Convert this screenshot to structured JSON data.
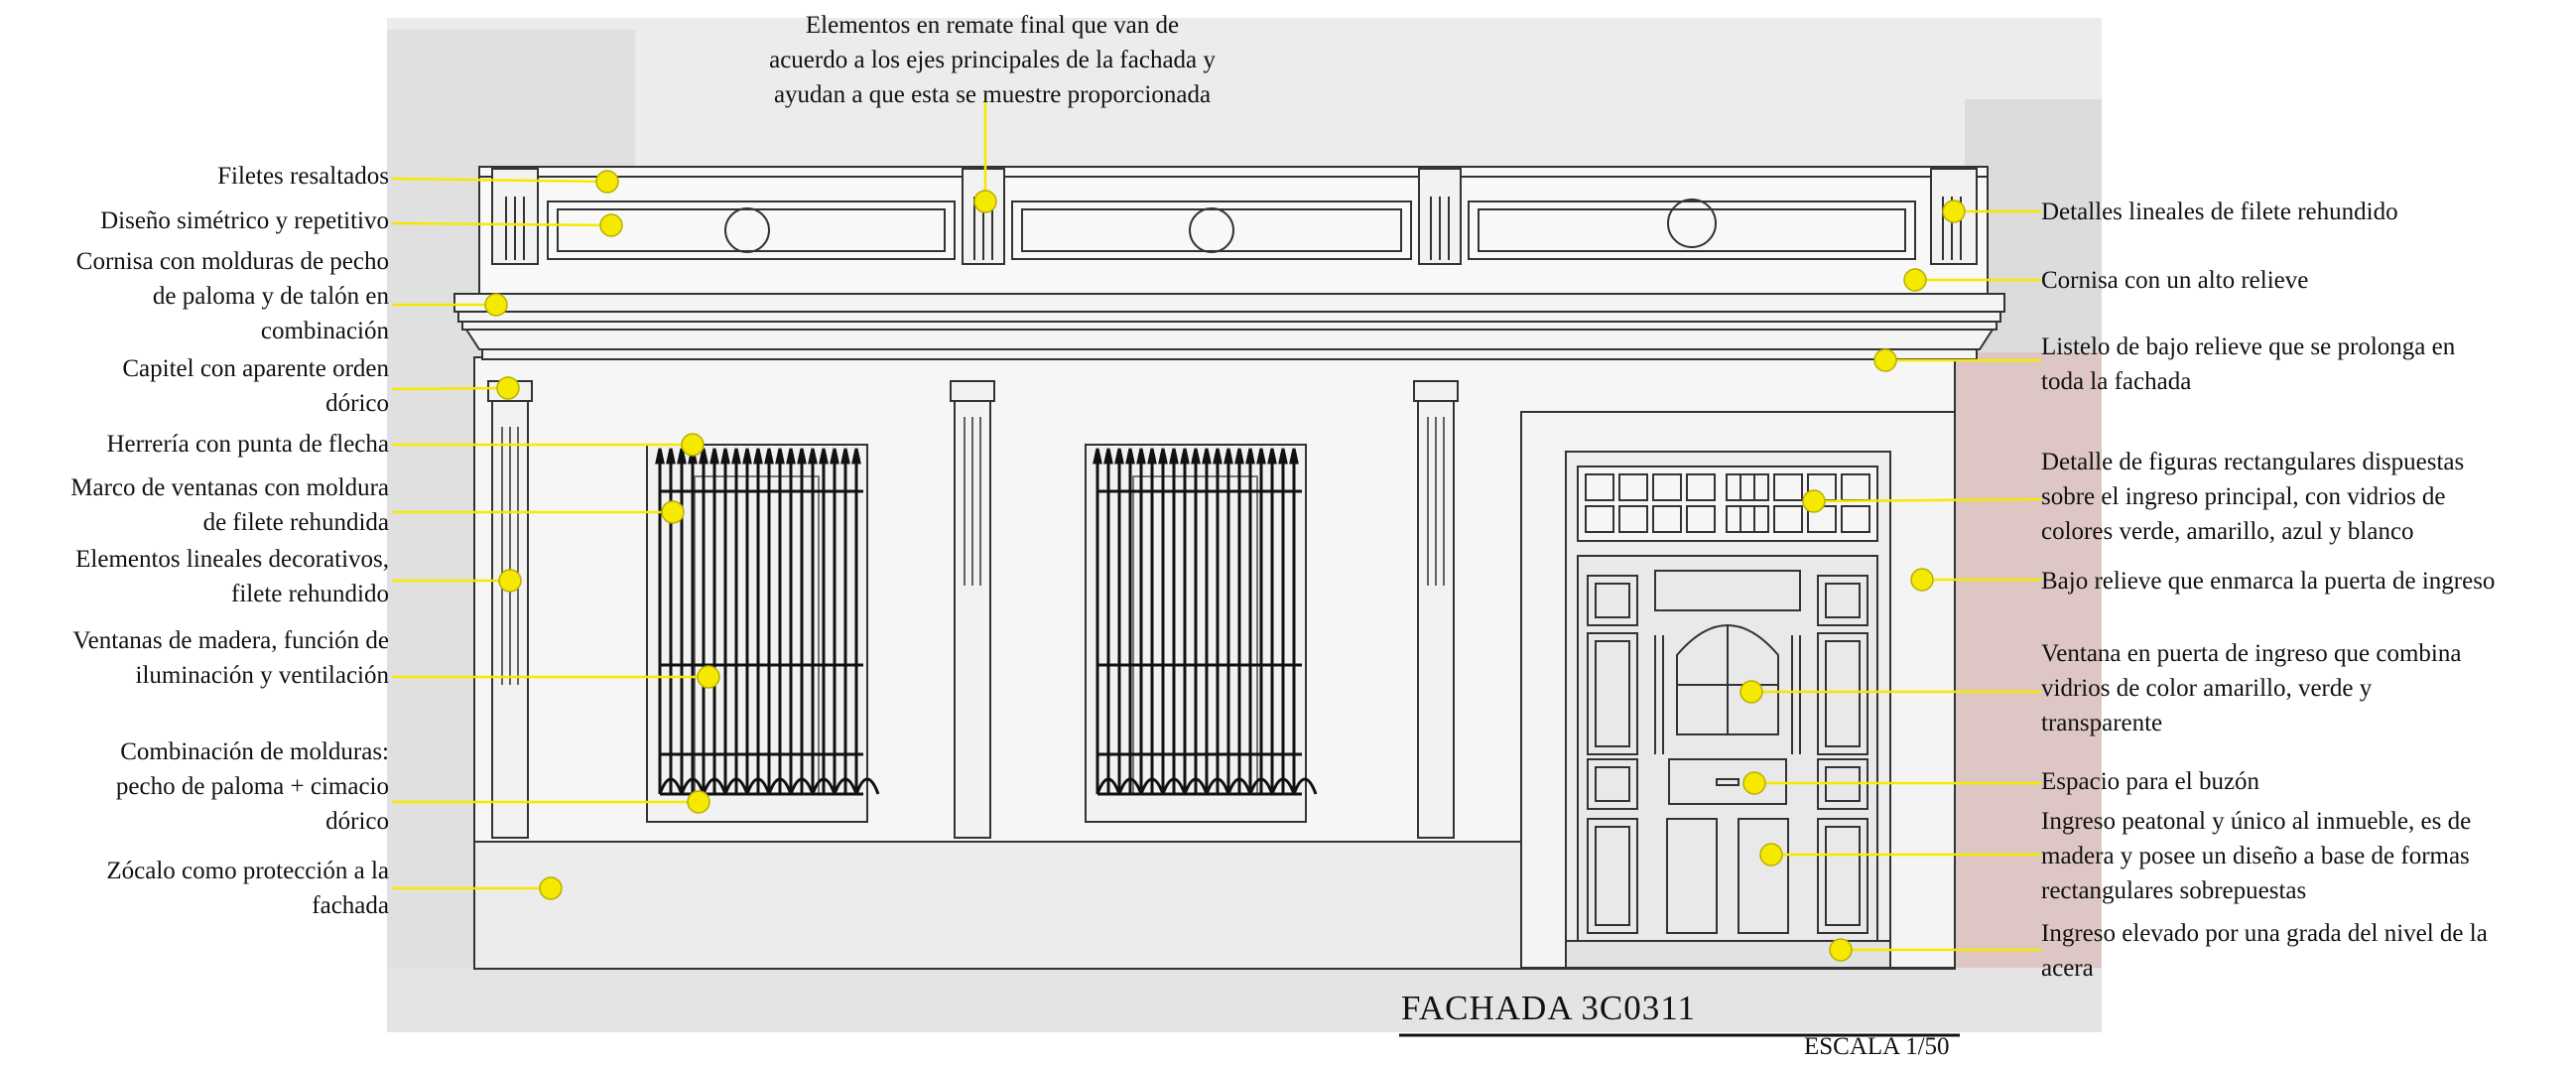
{
  "title": "FACHADA 3C0311",
  "scale": "ESCALA 1/50",
  "colors": {
    "marker": "#f5e900",
    "background_photo": "#e6e6e6",
    "line": "#222222",
    "accent_wall": "#c9908f"
  },
  "labels": {
    "top": [
      "Elementos en remate final que van de",
      "acuerdo a los ejes principales de la fachada y",
      "ayudan a que esta se muestre proporcionada"
    ],
    "left": [
      [
        "Filetes resaltados"
      ],
      [
        "Diseño simétrico y repetitivo"
      ],
      [
        "Cornisa con molduras de pecho",
        "de paloma y de talón en",
        "combinación"
      ],
      [
        "Capitel con aparente orden",
        "dórico"
      ],
      [
        "Herrería con punta de flecha"
      ],
      [
        "Marco de ventanas con moldura",
        "de filete rehundida"
      ],
      [
        "Elementos lineales decorativos,",
        "filete rehundido"
      ],
      [
        "Ventanas de madera, función de",
        "iluminación y ventilación"
      ],
      [
        "Combinación de molduras:",
        "pecho de paloma + cimacio",
        "dórico"
      ],
      [
        "Zócalo como protección a la",
        "fachada"
      ]
    ],
    "right": [
      [
        "Detalles lineales de filete rehundido"
      ],
      [
        "Cornisa con un alto relieve"
      ],
      [
        "Listelo de bajo relieve que se prolonga en",
        "toda la fachada"
      ],
      [
        "Detalle de figuras rectangulares dispuestas",
        "sobre el ingreso principal, con vidrios de",
        "colores verde, amarillo, azul y blanco"
      ],
      [
        "Bajo relieve que enmarca la puerta de ingreso"
      ],
      [
        "Ventana en puerta de ingreso que combina",
        "vidrios de color amarillo, verde y",
        "transparente"
      ],
      [
        "Espacio para el buzón"
      ],
      [
        "Ingreso peatonal y único al inmueble, es de",
        "madera y posee un diseño a base de formas",
        "rectangulares sobrepuestas"
      ],
      [
        "Ingreso elevado por una grada del nivel de la",
        "acera"
      ]
    ]
  }
}
